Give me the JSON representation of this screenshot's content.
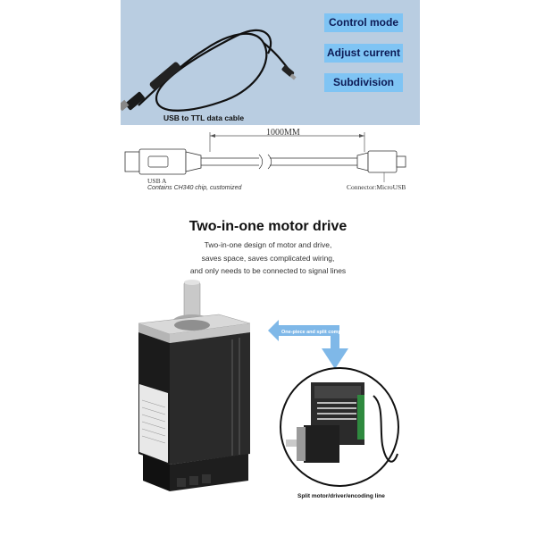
{
  "banner": {
    "features": [
      "Control mode",
      "Adjust current",
      "Subdivision"
    ],
    "caption": "USB to TTL data cable"
  },
  "drawing": {
    "length": "1000MM",
    "usb_a": "USB A",
    "chip_note": "Contains CH340 chip, customized",
    "connector": "Connector:MicroUSB"
  },
  "section": {
    "title": "Two-in-one motor drive",
    "lines": [
      "Two-in-one design of motor and drive,",
      "saves space, saves complicated wiring,",
      "and only needs to be connected to signal lines"
    ]
  },
  "comparison": {
    "arrow_label": "One-piece and split comparison",
    "caption": "Split motor/driver/encoding line"
  }
}
